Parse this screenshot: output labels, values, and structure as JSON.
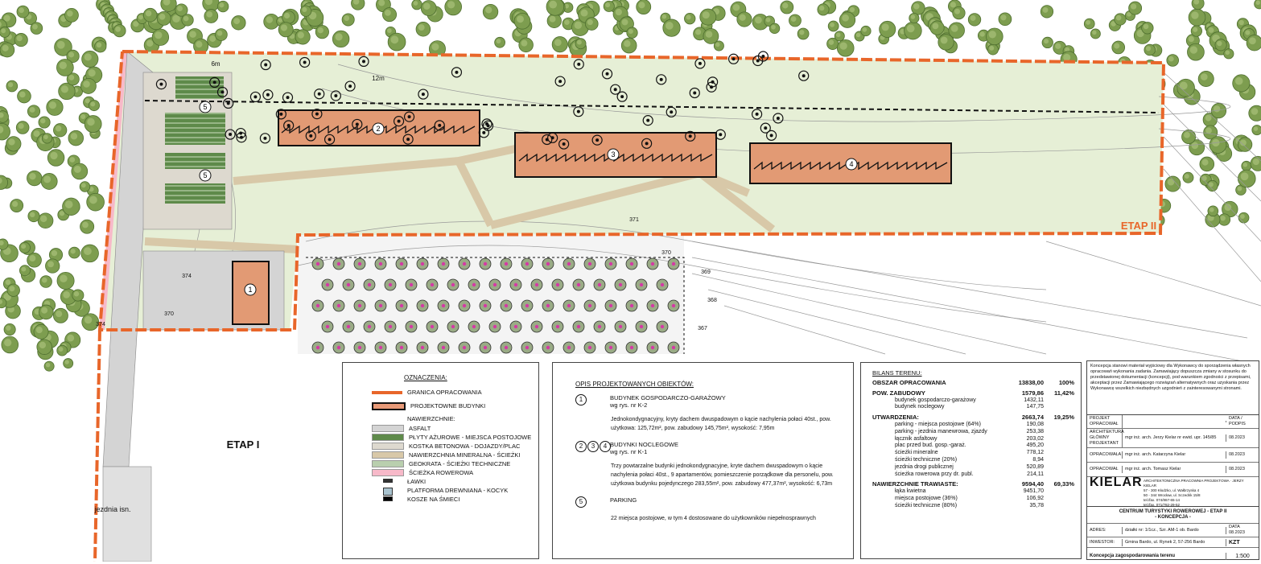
{
  "map": {
    "stage_labels": [
      "ETAP II",
      "ETAP I"
    ],
    "building_numbers": [
      "1",
      "2",
      "3",
      "4"
    ],
    "parking_labels": [
      "5",
      "5"
    ],
    "road_label": "jezdnia isn.",
    "contour_labels": [
      "374",
      "371",
      "370",
      "369",
      "368",
      "367",
      "370",
      "374"
    ],
    "dim_labels": [
      "12m",
      "6m"
    ]
  },
  "legend": {
    "title": "OZNACZENIA:",
    "items": [
      {
        "label": "GRANICA OPRACOWANIA",
        "color": "#e8662a"
      },
      {
        "label": "PROJEKTOWNE BUDYNKI",
        "color": "#e89a78"
      }
    ],
    "surfaces_title": "NAWIERZCHNIE:",
    "surfaces": [
      {
        "label": "ASFALT",
        "color": "#d4d4d4"
      },
      {
        "label": "PŁYTY AŻUROWE - MIEJSCA POSTOJOWE",
        "color": "#5e8a4a"
      },
      {
        "label": "KOSTKA BETONOWA - DOJAZDY/PLAC",
        "color": "#ddd9cf"
      },
      {
        "label": "NAWIERZCHNIA MINERALNA - ŚCIEŻKI",
        "color": "#d8c8a8"
      },
      {
        "label": "GEOKRATA - ŚCIEŻKI TECHNICZNE",
        "color": "#b9cfae"
      },
      {
        "label": "ŚCIEŻKA ROWEROWA",
        "color": "#f7b9c9"
      },
      {
        "label": "ŁAWKI",
        "color": "#333333"
      },
      {
        "label": "PLATFORMA DREWNIANA - KOCYK",
        "color": "#a9c3cf"
      },
      {
        "label": "KOSZE NA ŚMIECI",
        "color": "#000000"
      }
    ]
  },
  "objects": {
    "title": "OPIS PROJEKTOWANYCH OBIEKTÓW:",
    "items": [
      {
        "nums": [
          "1"
        ],
        "name": "BUDYNEK GOSPODARCZO-GARAŻOWY",
        "ref": "wg rys. nr K-2",
        "desc": "Jednokondygnacyjny, kryty dachem dwuspadowym o kącie nachylenia połaci 40st., pow. użytkowa: 125,72m², pow. zabudowy 145,75m², wysokość: 7,95m"
      },
      {
        "nums": [
          "2",
          "3",
          "4"
        ],
        "name": "BUDYNKI NOCLEGOWE",
        "ref": "wg rys. nr K-1",
        "desc": "Trzy powtarzalne budynki jednokondygnacyjne, kryte dachem dwuspadowym o kącie nachylenia połaci 40st., 9 apartamentów, pomieszczenie porządkowe dla personelu, pow. użytkowa budynku pojedynczego 283,55m², pow. zabudowy 477,37m², wysokość: 6,73m"
      },
      {
        "nums": [
          "5"
        ],
        "name": "PARKING",
        "ref": "",
        "desc": "22 miejsca postojowe, w tym 4 dostosowane do użytkowników niepełnosprawnych"
      }
    ]
  },
  "balance": {
    "title": "BILANS TERENU:",
    "rows": [
      {
        "label": "OBSZAR OPRACOWANIA",
        "value": "13838,00",
        "pct": "100%",
        "bold": true
      },
      {
        "label": "POW. ZABUDOWY",
        "value": "1579,86",
        "pct": "11,42%",
        "bold": true
      },
      {
        "label": "budynek gospodarczo-garażowy",
        "value": "1432,11",
        "pct": "",
        "bold": false
      },
      {
        "label": "budynek noclegowy",
        "value": "147,75",
        "pct": "",
        "bold": false
      },
      {
        "label": "UTWARDZENIA:",
        "value": "2663,74",
        "pct": "19,25%",
        "bold": true
      },
      {
        "label": "parking - miejsca postojowe (64%)",
        "value": "190,08",
        "pct": "",
        "bold": false
      },
      {
        "label": "parking - jezdnia manewrowa, zjazdy",
        "value": "253,38",
        "pct": "",
        "bold": false
      },
      {
        "label": "łącznik asfaltowy",
        "value": "203,02",
        "pct": "",
        "bold": false
      },
      {
        "label": "plac przed bud. gosp.-garaż.",
        "value": "495,20",
        "pct": "",
        "bold": false
      },
      {
        "label": "ścieżki mineralne",
        "value": "778,12",
        "pct": "",
        "bold": false
      },
      {
        "label": "ścieżki techniczne (20%)",
        "value": "8,94",
        "pct": "",
        "bold": false
      },
      {
        "label": "jezdnia drogi publicznej",
        "value": "520,89",
        "pct": "",
        "bold": false
      },
      {
        "label": "ścieżka rowerowa przy dr. publ.",
        "value": "214,11",
        "pct": "",
        "bold": false
      },
      {
        "label": "NAWIERZCHNIE TRAWIASTE:",
        "value": "9594,40",
        "pct": "69,33%",
        "bold": true
      },
      {
        "label": "łąka kwietna",
        "value": "9451,70",
        "pct": "",
        "bold": false
      },
      {
        "label": "miejsca postojowe (36%)",
        "value": "106,92",
        "pct": "",
        "bold": false
      },
      {
        "label": "ścieżki techniczne (80%)",
        "value": "35,78",
        "pct": "",
        "bold": false
      }
    ]
  },
  "titleblock": {
    "note": "Koncepcja stanowi materiał wyjściowy dla Wykonawcy do sporządzenia własnych opracowań wykonania zadania. Zamawiający dopuszcza zmiany w stosunku do przedstawionej dokumentacji (koncepcji), pod warunkiem zgodności z przepisami, akceptacji przez Zamawiającego rozwiązań alternatywnych oraz uzyskania przez Wykonawcę wszelkich niezbędnych uzgodnień z zainteresowanymi stronami.",
    "header_c1": "PROJEKT OPRACOWAŁ",
    "header_c3": "DATA / PODPIS",
    "rows": [
      {
        "role": "ARCHITEKTURA GŁÓWNY PROJEKTANT",
        "name": "mgr inż. arch. Jerzy Kielar nr ewid. upr. 145/85",
        "date": "08.2023"
      },
      {
        "role": "OPRACOWAŁA",
        "name": "mgr inż. arch. Katarzyna Kielar",
        "date": "08.2023"
      },
      {
        "role": "OPRACOWAŁ",
        "name": "mgr inż. arch. Tomasz Kielar",
        "date": "08.2023"
      }
    ],
    "logo": "KIELAR",
    "logo_sub": "ARCHITEKTONICZNA PRACOWNIA PROJEKTOWA · JERZY KIELAR",
    "address1": "57 - 300 Kłodzko, ul. Wałbrzyska 4",
    "address2": "50 - 344 Wrocław, ul. Sczedrik 15/8",
    "phone1": "tel./fax. 074/867-65-14",
    "phone2": "tel./fax. 071/782-29-52",
    "project": "CENTRUM TURYSTYKI ROWEROWEJ - ETAP II",
    "project_sub": "- KONCEPCJA -",
    "adres_label": "ADRES:",
    "adres_value": "działki nr: 1/1cz., Szr. AM-1 ob. Bardo",
    "inwestor_label": "INWESTOR:",
    "inwestor_value": "Gmina Bardo, ul. Rynek 2, 57-256 Bardo",
    "date_label": "DATA",
    "date_value": "08.2023",
    "code": "KZT",
    "sheet_title": "Koncepcja zagospodarowania terenu",
    "scale": "1:500"
  },
  "colors": {
    "boundary": "#e8662a",
    "meadow": "#e6efd6",
    "tree": "#7d9d4f",
    "tree_dark": "#4f6f30",
    "path": "#d8c8a8",
    "building": "#e29a74",
    "bike": "#f7b9c9",
    "asphalt": "#d4d4d4",
    "parking": "#5e8a4a"
  }
}
